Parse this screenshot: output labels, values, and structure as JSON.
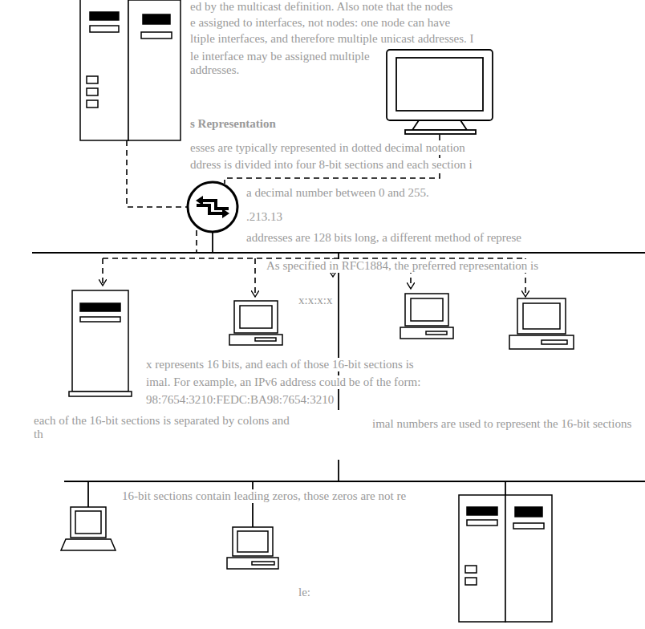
{
  "diagram": {
    "labels": [
      "ed by the multicast definition. Also note that the nodes",
      "e assigned to interfaces, not nodes: one node can have",
      "ltiple interfaces, and therefore multiple unicast addresses. I",
      "le interface may be assigned multiple addresses.",
      "s Representation",
      "esses are typically represented in dotted decimal notation",
      "ddress is divided into four 8-bit sections and each section i",
      "a decimal number between 0 and 255.",
      ".213.13",
      "addresses are 128 bits long, a different method of represe",
      "As specified in RFC1884, the preferred representation is",
      "x:x:x:x",
      "x represents 16 bits, and each of those 16-bit sections is",
      "imal. For example, an IPv6 address could be of the form:",
      "98:7654:3210:FEDC:BA98:7654:3210",
      "each of the 16-bit sections is separated by colons and th",
      "imal numbers are used to represent the 16-bit sections",
      "16-bit sections contain leading zeros, those zeros are not re",
      "le:"
    ]
  }
}
